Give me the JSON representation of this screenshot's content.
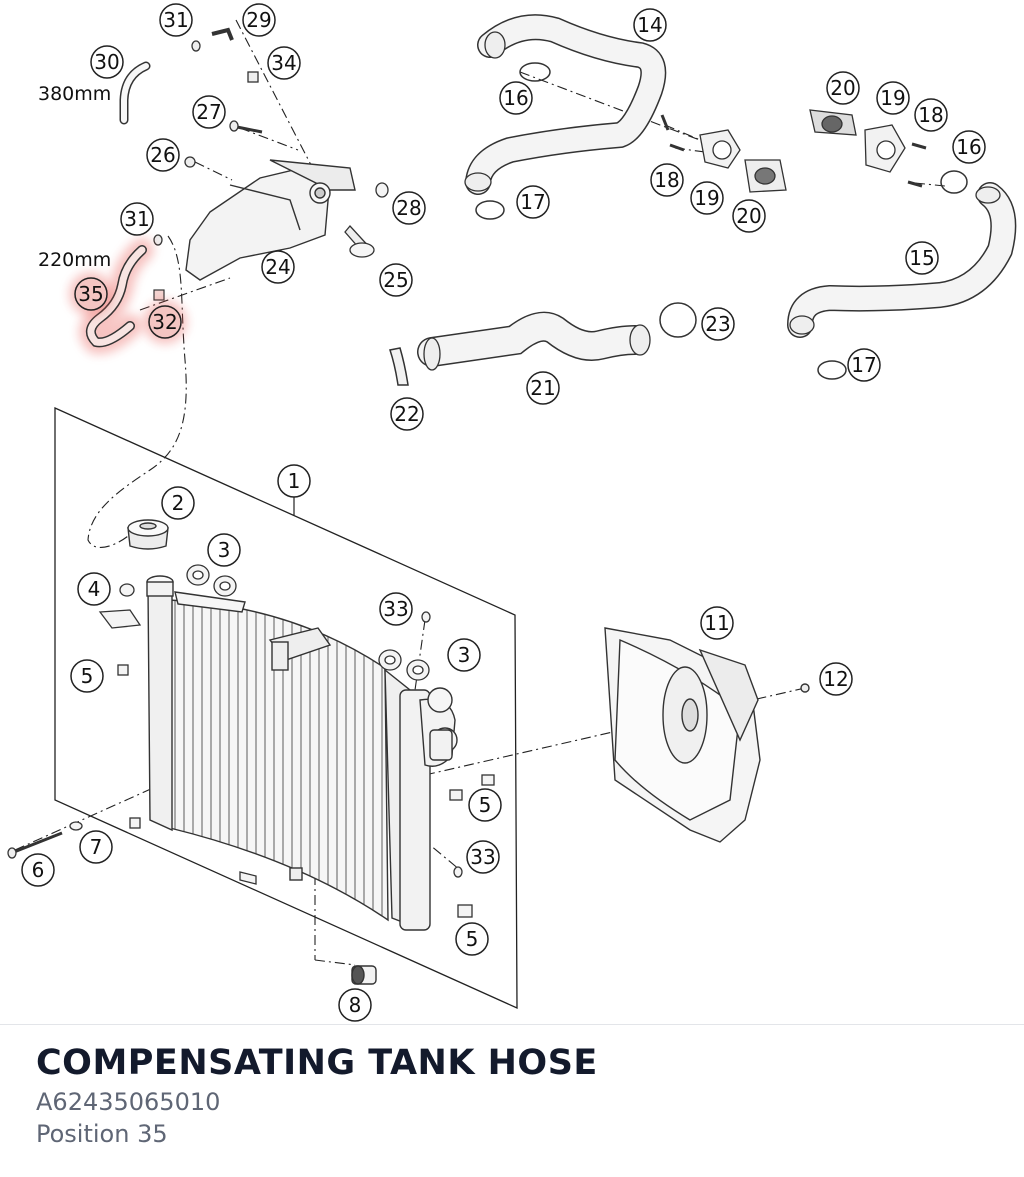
{
  "diagram": {
    "callouts": [
      {
        "num": "31"
      },
      {
        "num": "29"
      },
      {
        "num": "30"
      },
      {
        "num": "34"
      },
      {
        "num": "27"
      },
      {
        "num": "26"
      },
      {
        "num": "28"
      },
      {
        "num": "31"
      },
      {
        "num": "24"
      },
      {
        "num": "25"
      },
      {
        "num": "35",
        "highlighted": true
      },
      {
        "num": "32",
        "highlighted": true
      },
      {
        "num": "14"
      },
      {
        "num": "16"
      },
      {
        "num": "17"
      },
      {
        "num": "18"
      },
      {
        "num": "19"
      },
      {
        "num": "20"
      },
      {
        "num": "20"
      },
      {
        "num": "19"
      },
      {
        "num": "18"
      },
      {
        "num": "16"
      },
      {
        "num": "15"
      },
      {
        "num": "17"
      },
      {
        "num": "23"
      },
      {
        "num": "21"
      },
      {
        "num": "22"
      },
      {
        "num": "1"
      },
      {
        "num": "2"
      },
      {
        "num": "3"
      },
      {
        "num": "4"
      },
      {
        "num": "5"
      },
      {
        "num": "33"
      },
      {
        "num": "3"
      },
      {
        "num": "11"
      },
      {
        "num": "12"
      },
      {
        "num": "5"
      },
      {
        "num": "7"
      },
      {
        "num": "6"
      },
      {
        "num": "33"
      },
      {
        "num": "5"
      },
      {
        "num": "8"
      }
    ],
    "dimensions": [
      {
        "text": "380mm"
      },
      {
        "text": "220mm"
      }
    ],
    "highlight_color": "#e8554f"
  },
  "part": {
    "title": "COMPENSATING TANK HOSE",
    "number": "A62435065010",
    "position": "Position 35"
  }
}
